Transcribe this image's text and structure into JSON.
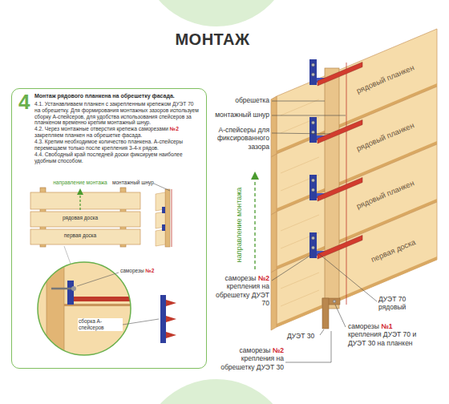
{
  "diagram": {
    "title": "МОНТАЖ",
    "nodes": [
      {
        "text": [
          "4",
          "Монтаж рядового планкена на обрешетку фасада.",
          "4.1. Устанавливаем планкен с закрепленным крепежом ДУЭТ 70 на обрешетку. Для формирования монтажных зазоров используем сборку А-спейсеров, для удобства использования спейсеров за планкеном временно крепим монтажный шнур.",
          "4.2. Через монтажные отверстия крепежа саморезами",
          "№2",
          "закрепляем планкен на обрешетке фасада.",
          "4.3. Крепим необходимое количество планкена. А-спейсеры перемещаем только после крепления 3-4-х рядов.",
          "4.4. Свободный край последней доски фиксируем наиболее удобным способом."
        ]
      }
    ],
    "labels": [
      "направление монтажа",
      "монтажный шнур",
      "рядовая доска",
      "первая доска",
      "саморезы",
      "№2",
      "сборка А-спейсеров",
      "рядовый планкен",
      "обрешетка",
      "монтажный шнур",
      "рядовый планкен",
      "А-спейсеры для фиксированного зазора",
      "рядовый планкен",
      "направление монтажа",
      "первая доска",
      "саморезы",
      "№2",
      "крепления на обрешетку ДУЭТ 70",
      "ДУЭТ 70 рядовый",
      "ДУЭТ 30",
      "саморезы",
      "№1",
      "крепления ДУЭТ 70 и ДУЭТ 30 на планкен",
      "саморезы",
      "№2",
      "крепления на обрешетку ДУЭТ 30"
    ]
  }
}
